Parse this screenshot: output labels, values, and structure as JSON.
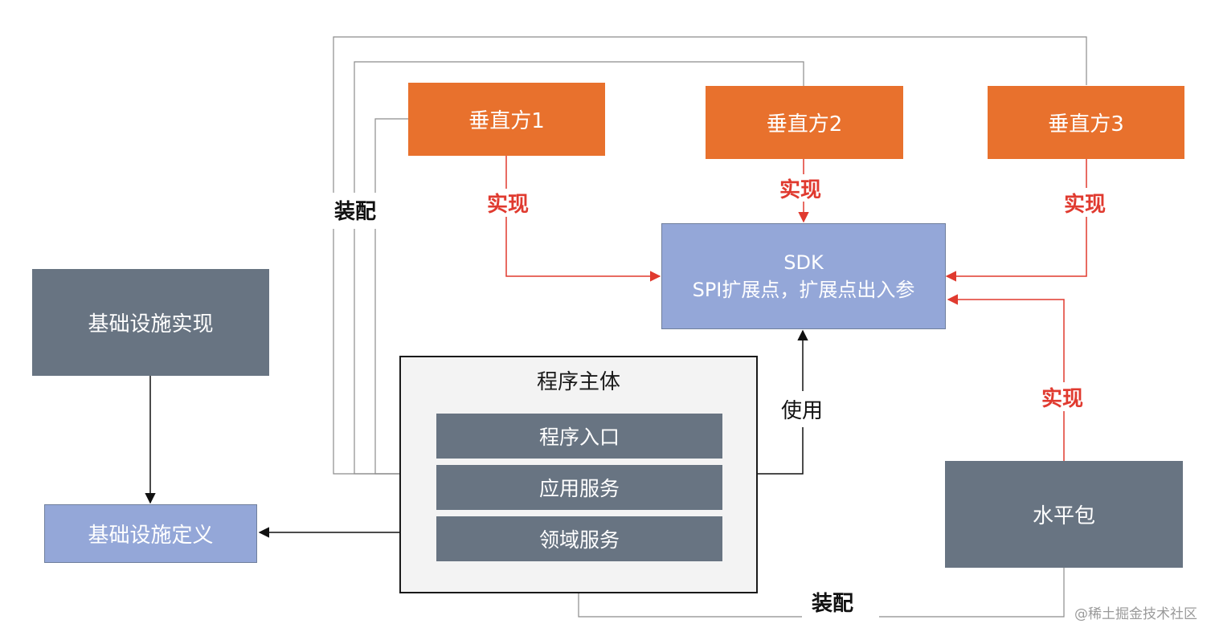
{
  "vertical_1": "垂直方1",
  "vertical_2": "垂直方2",
  "vertical_3": "垂直方3",
  "implement_label": "实现",
  "assemble_label": "装配",
  "use_label": "使用",
  "sdk": {
    "line1": "SDK",
    "line2": "SPI扩展点，扩展点出入参"
  },
  "infra_impl": "基础设施实现",
  "infra_def": "基础设施定义",
  "program_body": {
    "title": "程序主体",
    "items": [
      "程序入口",
      "应用服务",
      "领域服务"
    ]
  },
  "horizontal_pkg": "水平包",
  "watermark": "@稀土掘金技术社区",
  "colors": {
    "orange": "#e8712d",
    "slate": "#687482",
    "blue": "#94a7d8",
    "red": "#e03a2f"
  }
}
